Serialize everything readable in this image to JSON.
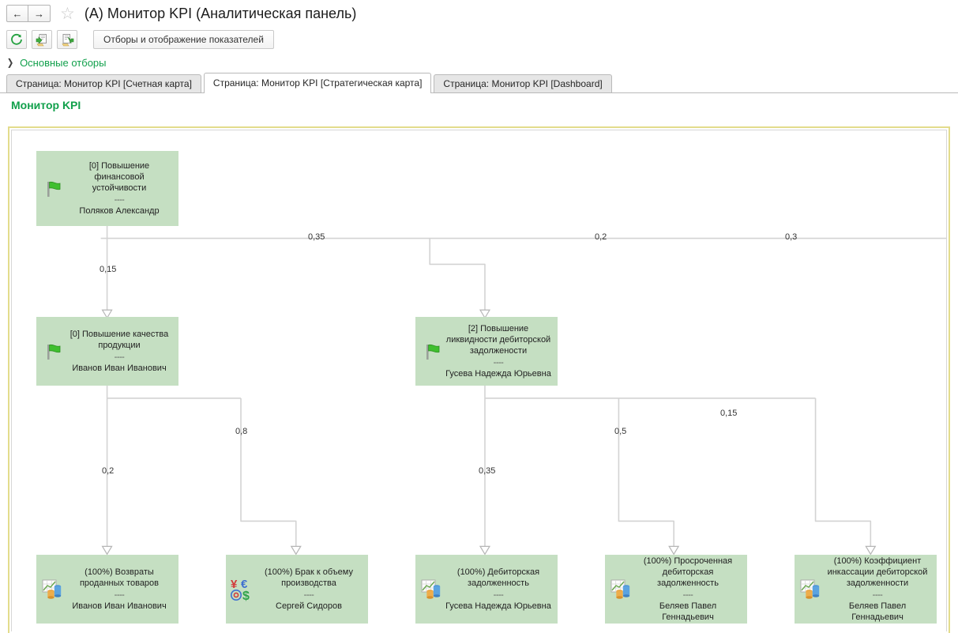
{
  "window": {
    "title": "(A) Монитор KPI (Аналитическая панель)",
    "nav": {
      "back": "←",
      "forward": "→"
    },
    "favorite_icon": "☆"
  },
  "toolbar": {
    "buttons": [
      {
        "name": "refresh-button",
        "icon": "refresh-icon",
        "label": ""
      },
      {
        "name": "import-button",
        "icon": "document-import-icon",
        "label": ""
      },
      {
        "name": "export-button",
        "icon": "document-export-icon",
        "label": ""
      }
    ],
    "settings_label": "Отборы и отображение показателей"
  },
  "filters": {
    "chevron": "❯",
    "label": "Основные отборы"
  },
  "tabs": [
    {
      "label": "Страница: Монитор KPI [Счетная карта]",
      "active": false
    },
    {
      "label": "Страница: Монитор KPI [Стратегическая карта]",
      "active": true
    },
    {
      "label": "Страница: Монитор KPI [Dashboard]",
      "active": false
    }
  ],
  "section": {
    "title": "Монитор KPI"
  },
  "colors": {
    "accent_green": "#11a04b",
    "node_fill": "#c5dfc2",
    "frame_border": "#e3dc8c",
    "wire": "#d0d0d0"
  },
  "diagram": {
    "nodes": [
      {
        "id": "n0",
        "icon": "flag-icon",
        "line1": "[0] Повышение",
        "line2": "финансовой устойчивости",
        "line3": "",
        "sep": "----",
        "owner": "Поляков Александр",
        "owner2": ""
      },
      {
        "id": "n1",
        "icon": "flag-icon",
        "line1": "[0] Повышение качества",
        "line2": "продукции",
        "line3": "",
        "sep": "----",
        "owner": "Иванов Иван Иванович",
        "owner2": ""
      },
      {
        "id": "n2",
        "icon": "flag-icon",
        "line1": "[2] Повышение",
        "line2": "ликвидности дебиторской",
        "line3": "задолжености",
        "sep": "----",
        "owner": "Гусева Надежда Юрьевна",
        "owner2": ""
      },
      {
        "id": "n3",
        "icon": "chart-icon",
        "line1": "(100%) Возвраты",
        "line2": "проданных товаров",
        "line3": "",
        "sep": "----",
        "owner": "Иванов Иван Иванович",
        "owner2": ""
      },
      {
        "id": "n4",
        "icon": "currency-icon",
        "line1": "(100%) Брак к объему",
        "line2": "производства",
        "line3": "",
        "sep": "----",
        "owner": "Сергей Сидоров",
        "owner2": ""
      },
      {
        "id": "n5",
        "icon": "chart-icon",
        "line1": "(100%) Дебиторская",
        "line2": "задолженность",
        "line3": "",
        "sep": "----",
        "owner": "Гусева Надежда Юрьевна",
        "owner2": ""
      },
      {
        "id": "n6",
        "icon": "chart-icon",
        "line1": "(100%) Просроченная",
        "line2": "дебиторская",
        "line3": "задолженность",
        "sep": "----",
        "owner": "Беляев Павел",
        "owner2": "Геннадьевич"
      },
      {
        "id": "n7",
        "icon": "chart-icon",
        "line1": "(100%) Коэффициент",
        "line2": "инкассации дебиторской",
        "line3": "задолженности",
        "sep": "----",
        "owner": "Беляев Павел",
        "owner2": "Геннадьевич"
      }
    ],
    "edge_labels": [
      {
        "id": "e0",
        "value": "0,15"
      },
      {
        "id": "e1",
        "value": "0,35"
      },
      {
        "id": "e2",
        "value": "0,2"
      },
      {
        "id": "e3",
        "value": "0,3"
      },
      {
        "id": "e4",
        "value": "0,2"
      },
      {
        "id": "e5",
        "value": "0,8"
      },
      {
        "id": "e6",
        "value": "0,35"
      },
      {
        "id": "e7",
        "value": "0,5"
      },
      {
        "id": "e8",
        "value": "0,15"
      }
    ]
  }
}
